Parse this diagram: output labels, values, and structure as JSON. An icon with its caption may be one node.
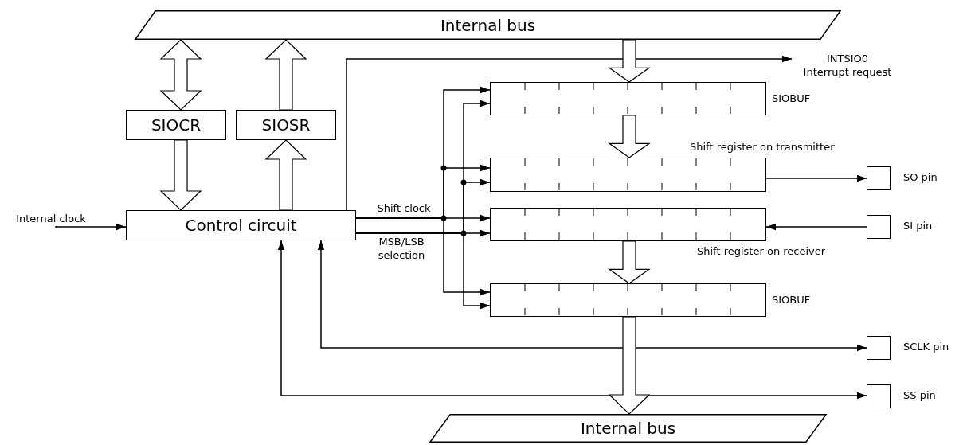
{
  "diagram": {
    "nodes": [
      {
        "text": [
          "Internal bus"
        ]
      },
      {
        "text": [
          "SIOCR"
        ]
      },
      {
        "text": [
          "SIOSR"
        ]
      },
      {
        "text": [
          "Control circuit"
        ]
      },
      {
        "text": [],
        "shape": "box",
        "beside": [
          "SIOBUF"
        ]
      },
      {
        "text": [],
        "shape": "box",
        "beside": [
          "Shift register on transmitter"
        ]
      },
      {
        "text": [],
        "shape": "box",
        "beside": [
          "Shift register on receiver"
        ]
      },
      {
        "text": [],
        "shape": "box",
        "beside": [
          "SIOBUF"
        ]
      },
      {
        "text": [],
        "shape": "box",
        "beside": [
          "SO pin"
        ]
      },
      {
        "text": [],
        "shape": "box",
        "beside": [
          "SI pin"
        ]
      },
      {
        "text": [],
        "shape": "box",
        "beside": [
          "SCLK pin"
        ]
      },
      {
        "text": [],
        "shape": "box",
        "beside": [
          "SS pin"
        ]
      },
      {
        "text": [
          "Internal bus"
        ]
      },
      {
        "text": [
          "INTSIO0",
          "Interrupt request"
        ]
      },
      {
        "text": [
          "Internal clock"
        ]
      }
    ],
    "edges": [
      {
        "from": 0,
        "to": 1,
        "arrow": "both",
        "style": "thick"
      },
      {
        "from": 1,
        "to": 3,
        "arrow": "to",
        "style": "thick"
      },
      {
        "from": 3,
        "to": 2,
        "arrow": "to",
        "style": "thick"
      },
      {
        "from": 2,
        "to": 0,
        "arrow": "to",
        "style": "thick"
      },
      {
        "from": 0,
        "to": 4,
        "arrow": "to",
        "style": "thick"
      },
      {
        "from": 4,
        "to": 5,
        "arrow": "to",
        "style": "thick"
      },
      {
        "from": 6,
        "to": 7,
        "arrow": "to",
        "style": "thick"
      },
      {
        "from": 7,
        "to": 12,
        "arrow": "to",
        "style": "thick"
      },
      {
        "from": 14,
        "to": 3,
        "arrow": "to"
      },
      {
        "from": 3,
        "to": 13,
        "arrow": "to"
      },
      {
        "from": 3,
        "to": 4,
        "arrow": "to"
      },
      {
        "from": 3,
        "to": 5,
        "arrow": "to"
      },
      {
        "from": 3,
        "to": 6,
        "arrow": "to",
        "label": "Shift clock"
      },
      {
        "from": 3,
        "to": 7,
        "arrow": "to"
      },
      {
        "from": 3,
        "to": 4,
        "arrow": "to"
      },
      {
        "from": 3,
        "to": 5,
        "arrow": "to"
      },
      {
        "from": 3,
        "to": 6,
        "arrow": "to",
        "label": "MSB/LSB selection"
      },
      {
        "from": 3,
        "to": 7,
        "arrow": "to"
      },
      {
        "from": 5,
        "to": 8,
        "arrow": "to"
      },
      {
        "from": 9,
        "to": 6,
        "arrow": "to"
      },
      {
        "from": 3,
        "to": 10,
        "arrow": "both"
      },
      {
        "from": 3,
        "to": 11,
        "arrow": "both"
      }
    ]
  }
}
